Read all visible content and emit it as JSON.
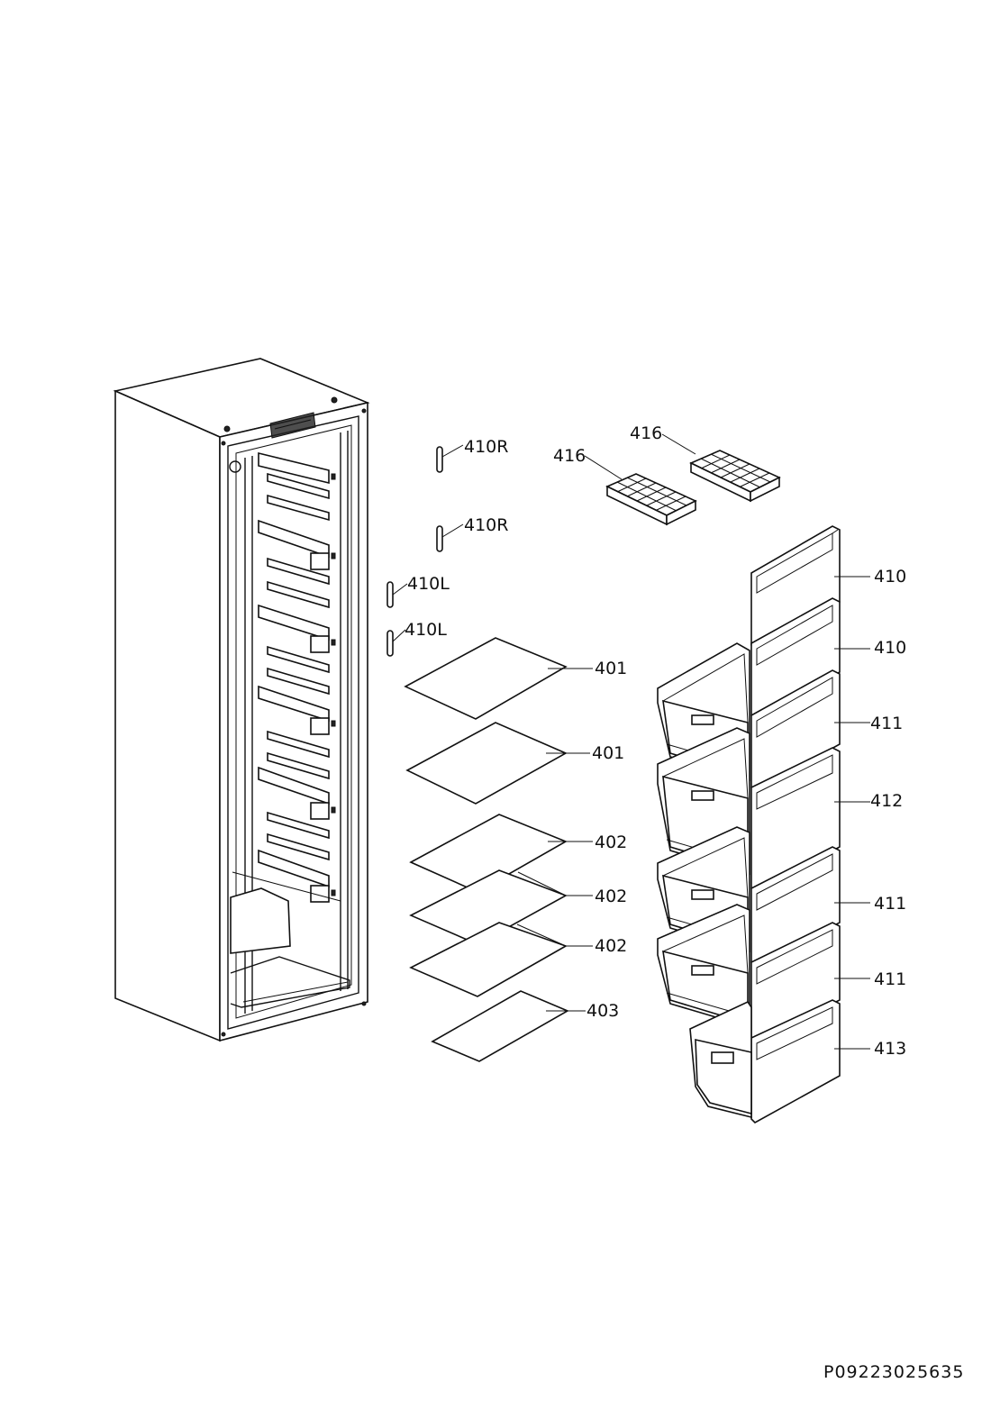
{
  "document_code": "P09223025635",
  "callouts": {
    "hinge_r_1": "410R",
    "hinge_r_2": "410R",
    "hinge_l_1": "410L",
    "hinge_l_2": "410L",
    "ice_tray_1": "416",
    "ice_tray_2": "416",
    "shelf_401_a": "401",
    "shelf_401_b": "401",
    "shelf_402_a": "402",
    "shelf_402_b": "402",
    "shelf_402_c": "402",
    "shelf_403": "403",
    "front_410_a": "410",
    "front_410_b": "410",
    "drawer_411_a": "411",
    "drawer_412": "412",
    "drawer_411_b": "411",
    "drawer_411_c": "411",
    "drawer_413": "413"
  }
}
